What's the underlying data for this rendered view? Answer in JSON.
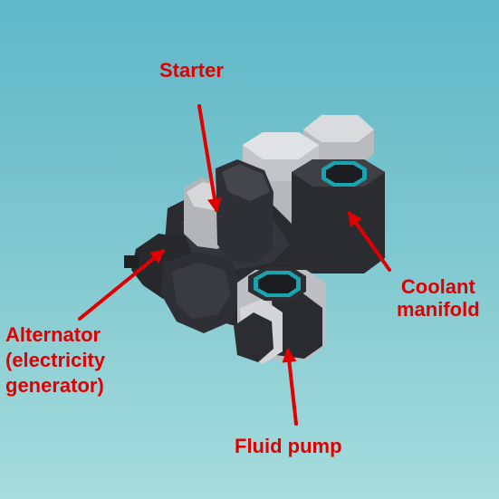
{
  "labels": {
    "starter": "Starter",
    "coolant_line1": "Coolant",
    "coolant_line2": "manifold",
    "alternator_line1": "Alternator",
    "alternator_line2": "(electricity",
    "alternator_line3": "generator)",
    "fluid_pump": "Fluid pump"
  },
  "colors": {
    "background_top": "#5fb7c7",
    "background_bottom": "#a6dcdc",
    "label_red": "#e00000",
    "arrow_red": "#e00000",
    "part_dark": "#2c2d31",
    "part_light": "#c8c9cc",
    "port_cyan": "#1aa4b0"
  }
}
